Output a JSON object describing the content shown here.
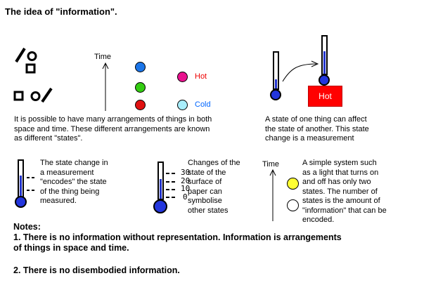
{
  "title": "The idea of \"information\".",
  "states_panel": {
    "time_label": "Time",
    "hot_label": "Hot",
    "cold_label": "Cold",
    "caption": "It is possible to have many arrangements of things in both\nspace and time. These different arrangements are known\nas different \"states\"."
  },
  "measurement_panel": {
    "hot_box_label": "Hot",
    "caption": "A state of one thing can affect\nthe state of another. This state\nchange is a measurement"
  },
  "encode_panel": {
    "caption": "The state change in\na measurement\n\"encodes\" the state\nof the thing being\nmeasured."
  },
  "paper_panel": {
    "scale": [
      "30",
      "20",
      "10",
      "0"
    ],
    "caption": "Changes of the\nstate of the\nsurface of\npaper can\nsymbolise\nother states"
  },
  "two_states_panel": {
    "time_label": "Time",
    "caption": "A simple system such\nas a light that turns on\nand off has only two\nstates. The number of\nstates is the amount of\n\"information\" that can be\nencoded."
  },
  "notes": {
    "heading": "Notes:",
    "note1": "1. There is no information without representation. Information is arrangements\nof things in space and time.",
    "note2": "2. There is no disembodied information."
  },
  "colors": {
    "state_blue": "#1B75E8",
    "state_green": "#33CC11",
    "state_red": "#E01111",
    "hot_pink": "#E8128E",
    "cold_cyan": "#A8EEFC",
    "light_on_yellow": "#FFFF33",
    "light_off_white": "#FFFFFF",
    "thermometer_blue": "#2233CC",
    "hot_box_red": "#FF0000",
    "hot_text_red": "#EE0000",
    "cold_text_blue": "#0066FF"
  }
}
